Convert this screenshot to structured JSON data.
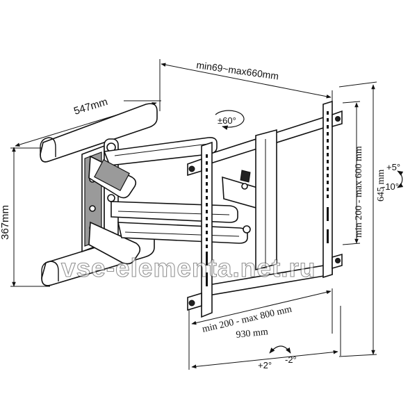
{
  "dimensions": {
    "depth_range": "min69~max660mm",
    "arm_length": "547mm",
    "plate_height": "367mm",
    "swivel": "±60°",
    "tilt_up": "+5°",
    "tilt_down": "-10°",
    "vesa_vertical": "min 200 - max 600 mm",
    "total_height": "645 mm",
    "vesa_horizontal": "min 200 - max 800 mm",
    "total_width": "930 mm",
    "rotate_plus": "+2°",
    "rotate_minus": "-2°"
  },
  "watermark": "vse-elementa.net.ru",
  "colors": {
    "line": "#111111",
    "background": "#ffffff"
  }
}
